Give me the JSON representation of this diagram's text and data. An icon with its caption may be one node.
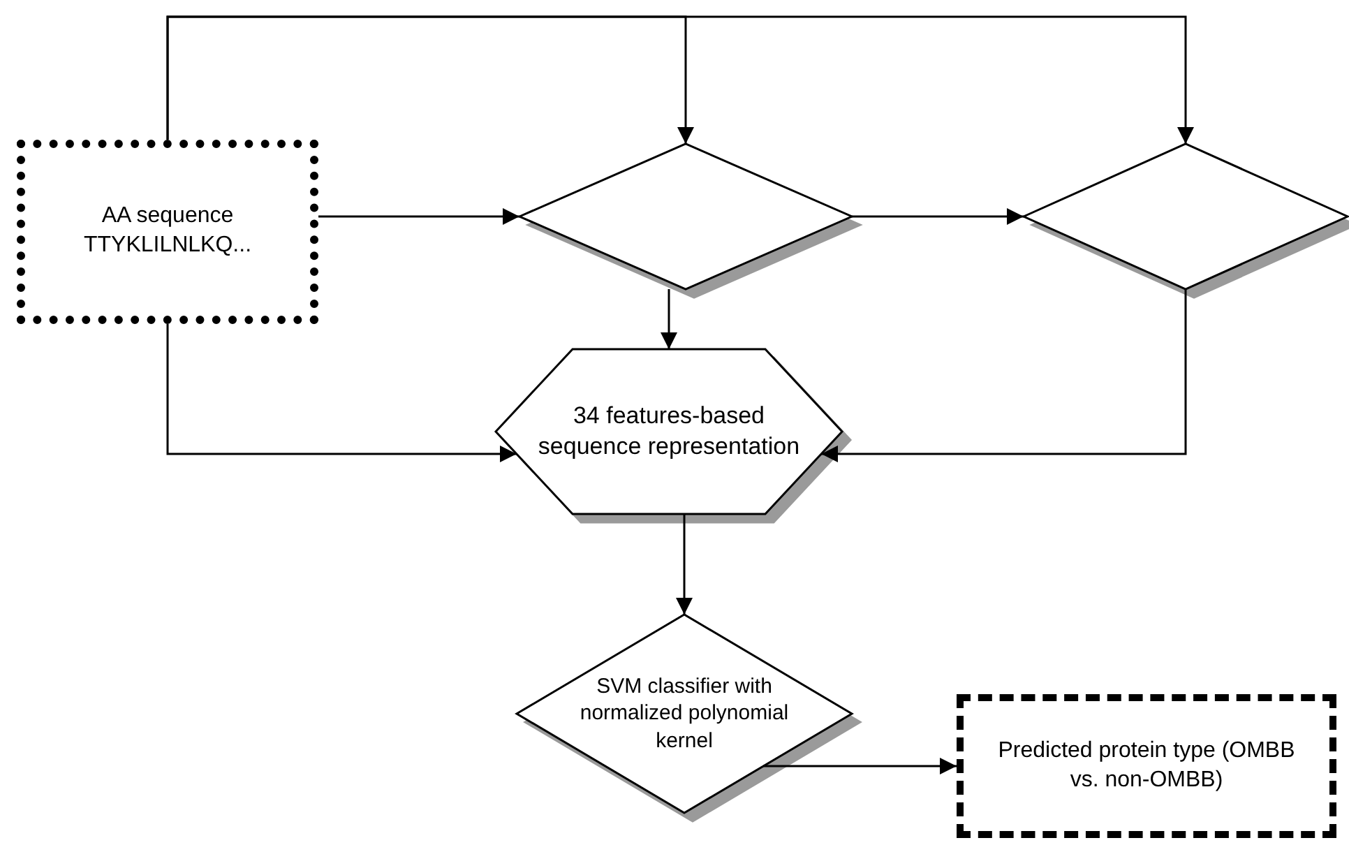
{
  "diagram": {
    "nodes": [
      {
        "text": [
          "AA sequence TTYKLILNLKQ..."
        ]
      },
      {
        "text": [],
        "shape": "diamond"
      },
      {
        "text": [],
        "shape": "diamond"
      },
      {
        "text": [
          "34 features-based sequence representation"
        ]
      },
      {
        "text": [
          "SVM classifier with normalized polynomial kernel"
        ]
      },
      {
        "text": [
          "Predicted protein type (OMBB vs. non-OMBB)"
        ]
      }
    ],
    "edges": [
      {
        "from": 0,
        "to": 1,
        "arrow": "to"
      },
      {
        "from": 0,
        "to": 1,
        "arrow": "to"
      },
      {
        "from": 0,
        "to": 2,
        "arrow": "to"
      },
      {
        "from": 1,
        "to": 2,
        "arrow": "to"
      },
      {
        "from": 1,
        "to": 3,
        "arrow": "to"
      },
      {
        "from": 0,
        "to": 3,
        "arrow": "to"
      },
      {
        "from": 2,
        "to": 3,
        "arrow": "to"
      },
      {
        "from": 3,
        "to": 4,
        "arrow": "to"
      },
      {
        "from": 4,
        "to": 5,
        "arrow": "to"
      }
    ]
  }
}
